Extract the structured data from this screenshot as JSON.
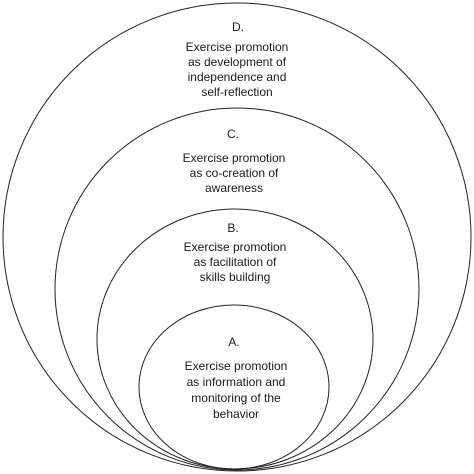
{
  "colors": {
    "stroke": "#222222",
    "text": "#1a1a1a",
    "background": "#ffffff"
  },
  "levels": [
    {
      "letter": "D.",
      "lines": [
        "Exercise promotion",
        "as development of",
        "independence and",
        "self-reflection"
      ]
    },
    {
      "letter": "C.",
      "lines": [
        "Exercise promotion",
        "as co-creation of",
        "awareness"
      ]
    },
    {
      "letter": "B.",
      "lines": [
        "Exercise promotion",
        "as facilitation of",
        "skills building"
      ]
    },
    {
      "letter": "A.",
      "lines": [
        "Exercise promotion",
        "as information and",
        "monitoring of the",
        "behavior"
      ]
    }
  ]
}
